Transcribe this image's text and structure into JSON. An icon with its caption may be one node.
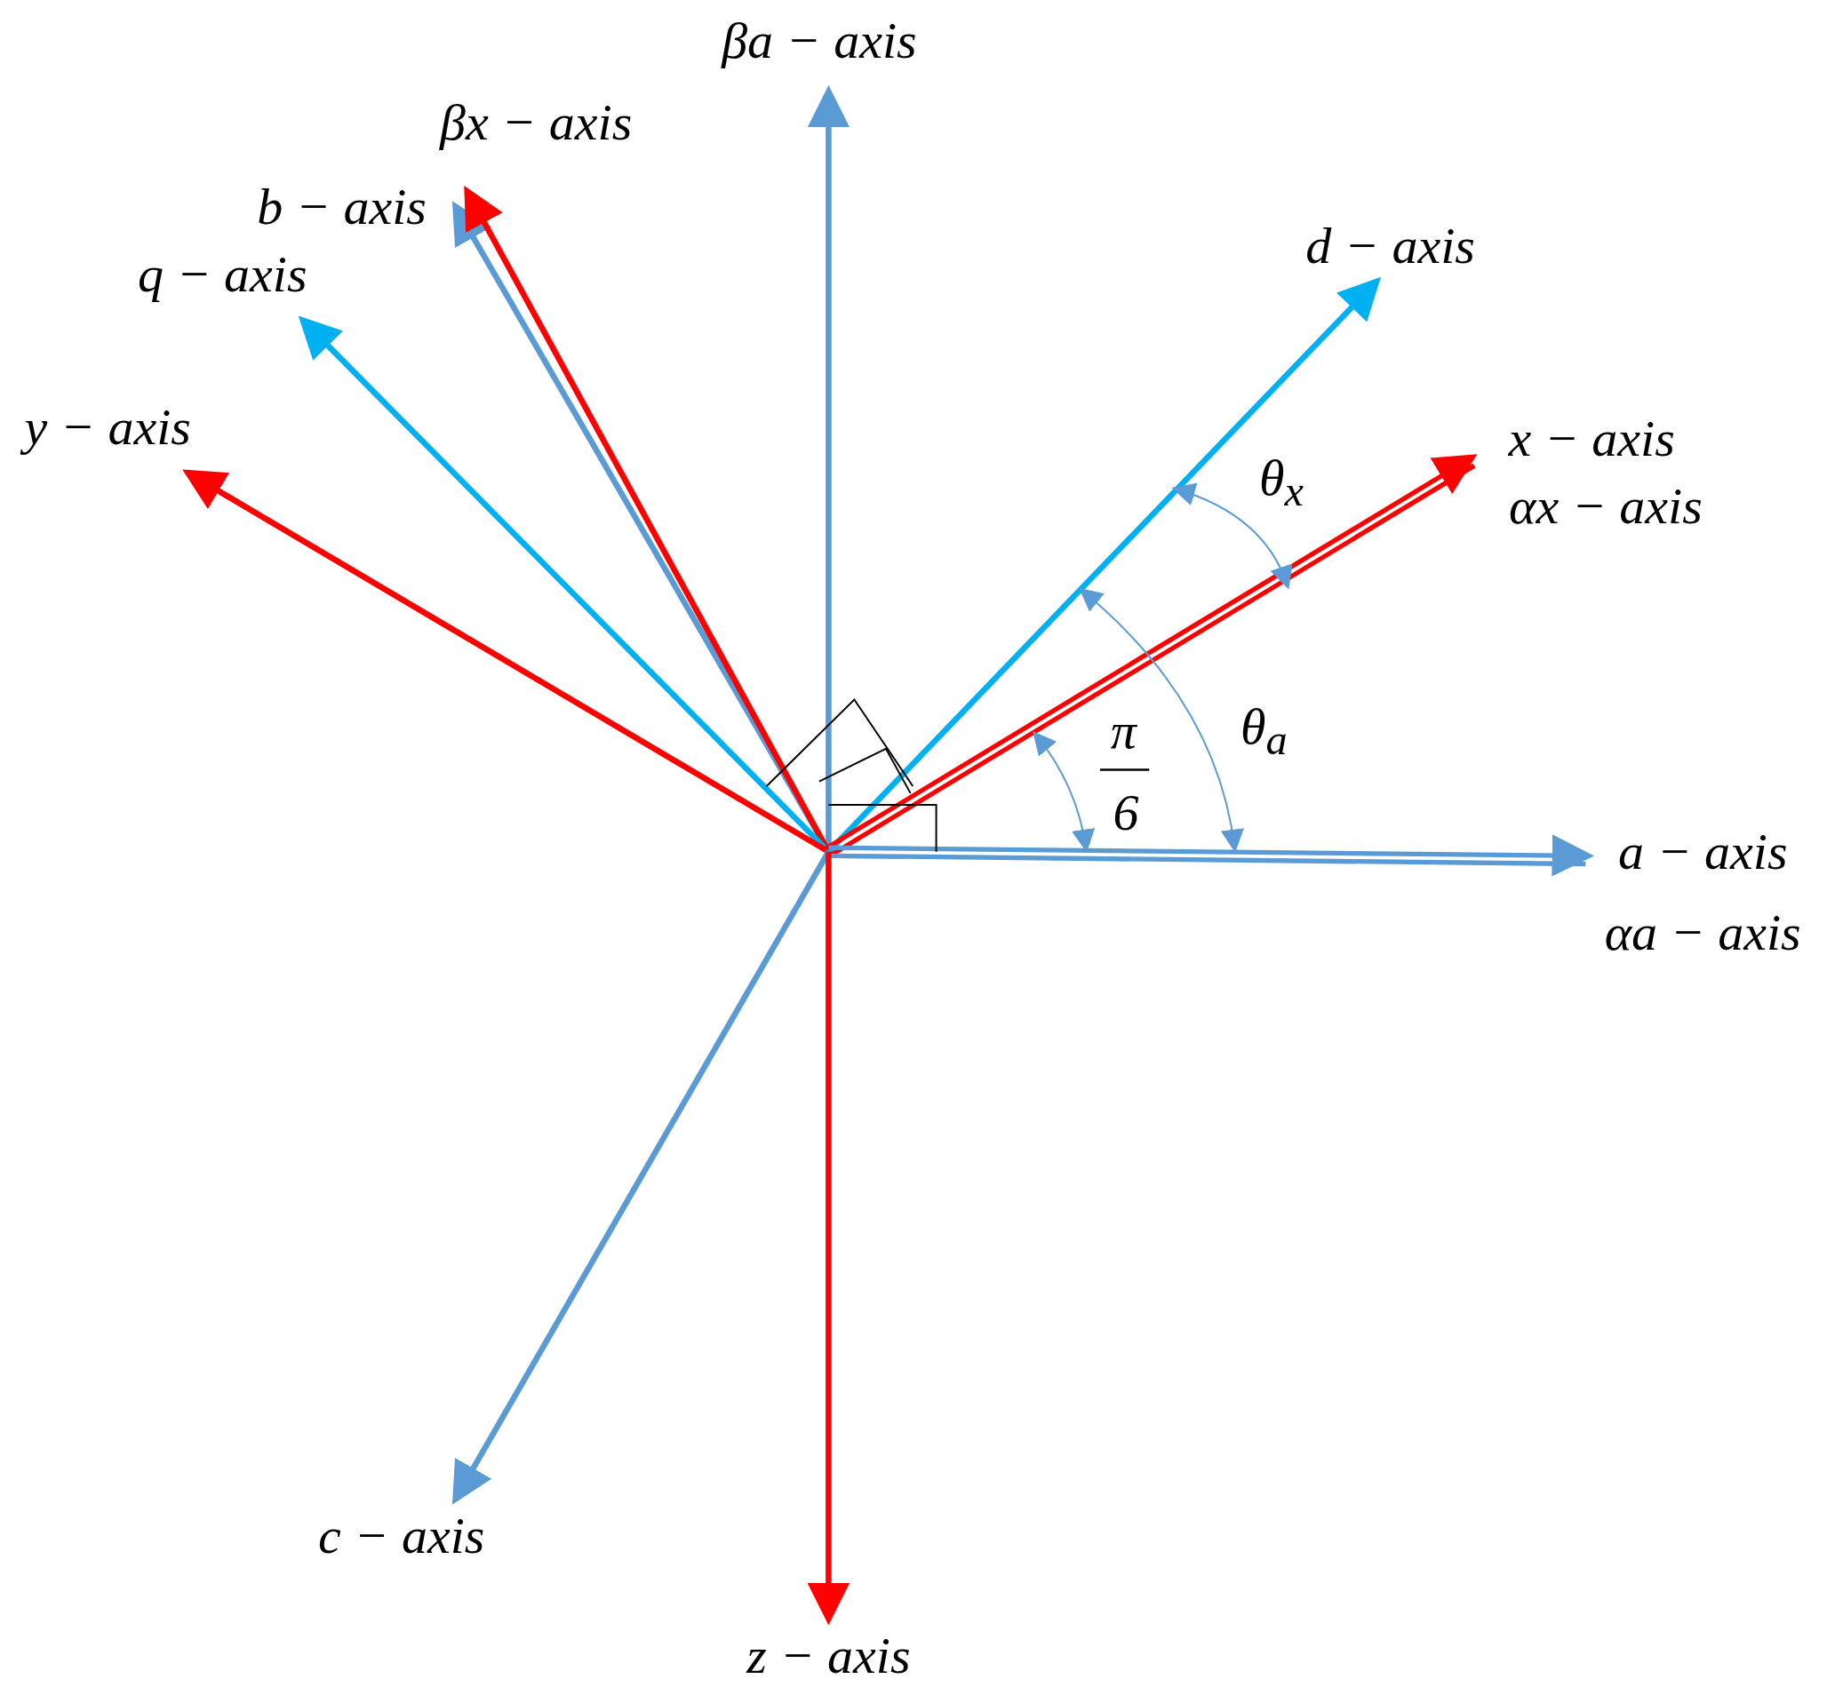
{
  "diagram": {
    "labels": [
      "βa − axis",
      "βx − axis",
      "b − axis",
      "q − axis",
      "d − axis",
      "y − axis",
      "x − axis",
      "αx − axis",
      "θ$_{x}$",
      "π",
      "θ$_{a}$",
      "6",
      "a − axis",
      "αa − axis",
      "c − axis",
      "z − axis"
    ]
  }
}
